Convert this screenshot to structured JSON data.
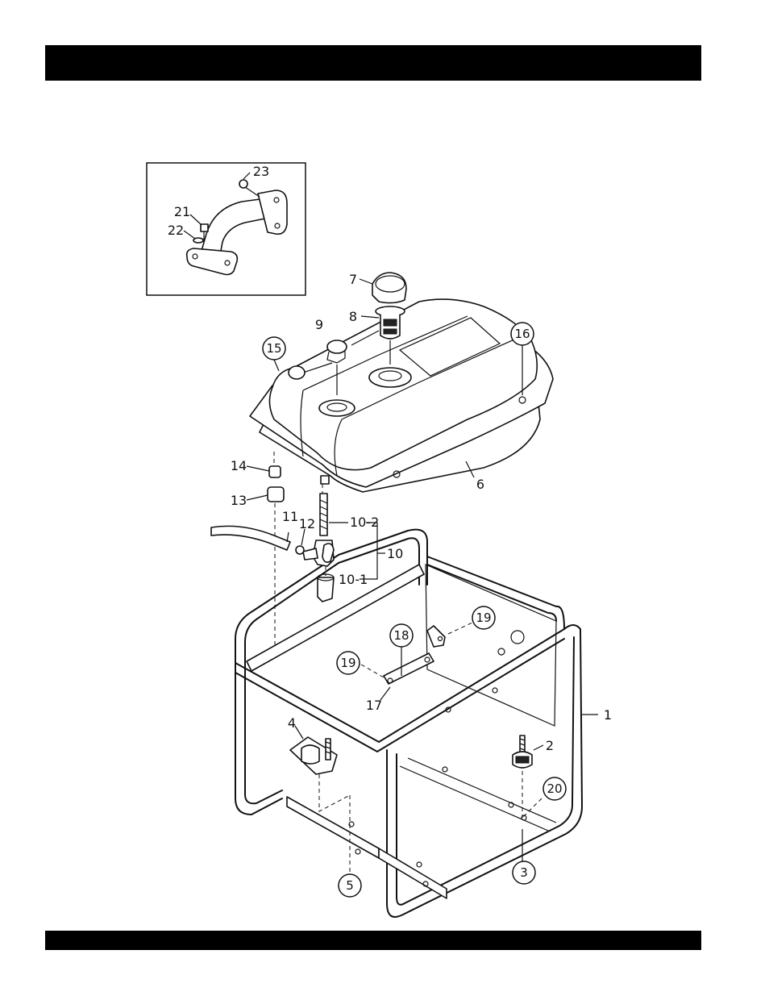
{
  "callouts": {
    "c1": "1",
    "c2": "2",
    "c3": "3",
    "c4": "4",
    "c5": "5",
    "c6": "6",
    "c7": "7",
    "c8": "8",
    "c9": "9",
    "c10": "10",
    "c10_1": "10-1",
    "c10_2": "10-2",
    "c11": "11",
    "c12": "12",
    "c13": "13",
    "c14": "14",
    "c15": "15",
    "c16": "16",
    "c17": "17",
    "c18": "18",
    "c19a": "19",
    "c19b": "19",
    "c20": "20",
    "c21": "21",
    "c22": "22",
    "c23": "23"
  }
}
